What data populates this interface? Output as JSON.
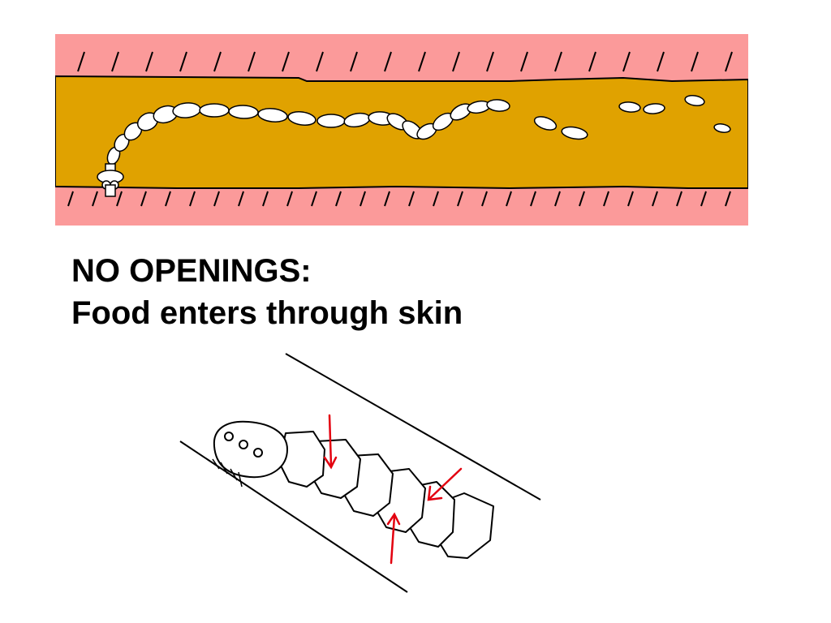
{
  "slide": {
    "heading": "NO OPENINGS:",
    "subheading": "Food enters through skin"
  },
  "colors": {
    "intestine_wall": "#fb9a9a",
    "intestine_lumen": "#e0a200",
    "worm_body": "#ffffff",
    "outline": "#000000",
    "absorption_arrow": "#e3000f"
  },
  "illustrations": {
    "top": "tapeworm-in-intestine",
    "bottom": "tapeworm-segments-absorbing-food"
  }
}
